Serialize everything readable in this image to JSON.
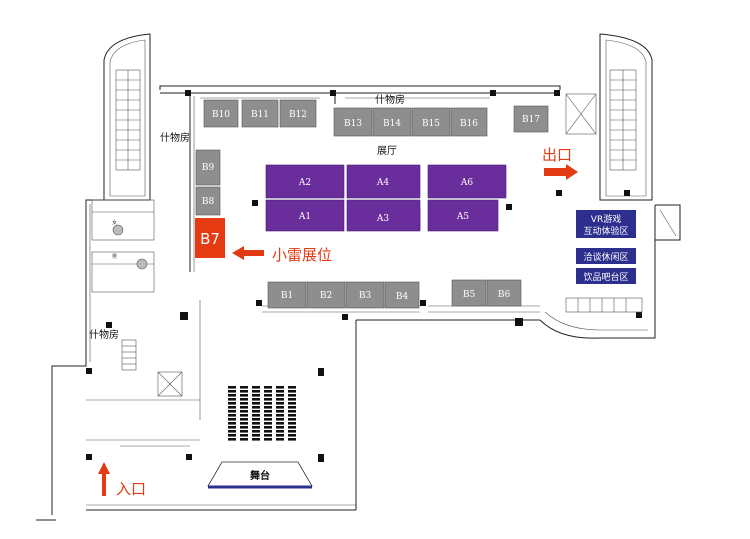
{
  "labels": {
    "storage_top": "什物房",
    "storage_left_top": "什物房",
    "storage_left_mid": "什物房",
    "hall": "展厅",
    "exit": "出口",
    "entrance": "入口",
    "xiaolei_booth": "小雷展位",
    "stage": "舞台",
    "wc_female": "女",
    "wc_male": "男"
  },
  "booths": {
    "B10": "B10",
    "B11": "B11",
    "B12": "B12",
    "B13": "B13",
    "B14": "B14",
    "B15": "B15",
    "B16": "B16",
    "B17": "B17",
    "B9": "B9",
    "B8": "B8",
    "B7": "B7",
    "B1": "B1",
    "B2": "B2",
    "B3": "B3",
    "B4": "B4",
    "B5": "B5",
    "B6": "B6",
    "A1": "A1",
    "A2": "A2",
    "A3": "A3",
    "A4": "A4",
    "A5": "A5",
    "A6": "A6"
  },
  "zones": {
    "vr_line1": "VR游戏",
    "vr_line2": "互动体验区",
    "lounge": "洽谈休闲区",
    "bar": "饮品吧台区"
  },
  "colors": {
    "booth_gray": "#8e8e8e",
    "booth_purple": "#6a2e9c",
    "highlight_red": "#e63a12",
    "zone_blue": "#2d2f8f"
  },
  "icons": {
    "exit_arrow": "arrow-right-icon",
    "entrance_arrow": "arrow-up-icon",
    "booth_pointer": "arrow-left-icon"
  }
}
